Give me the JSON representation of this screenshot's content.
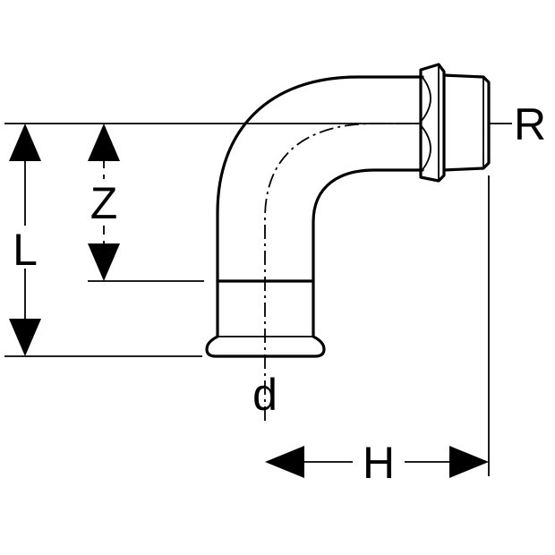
{
  "labels": {
    "R": "R",
    "Z": "Z",
    "L": "L",
    "d": "d",
    "H": "H"
  }
}
